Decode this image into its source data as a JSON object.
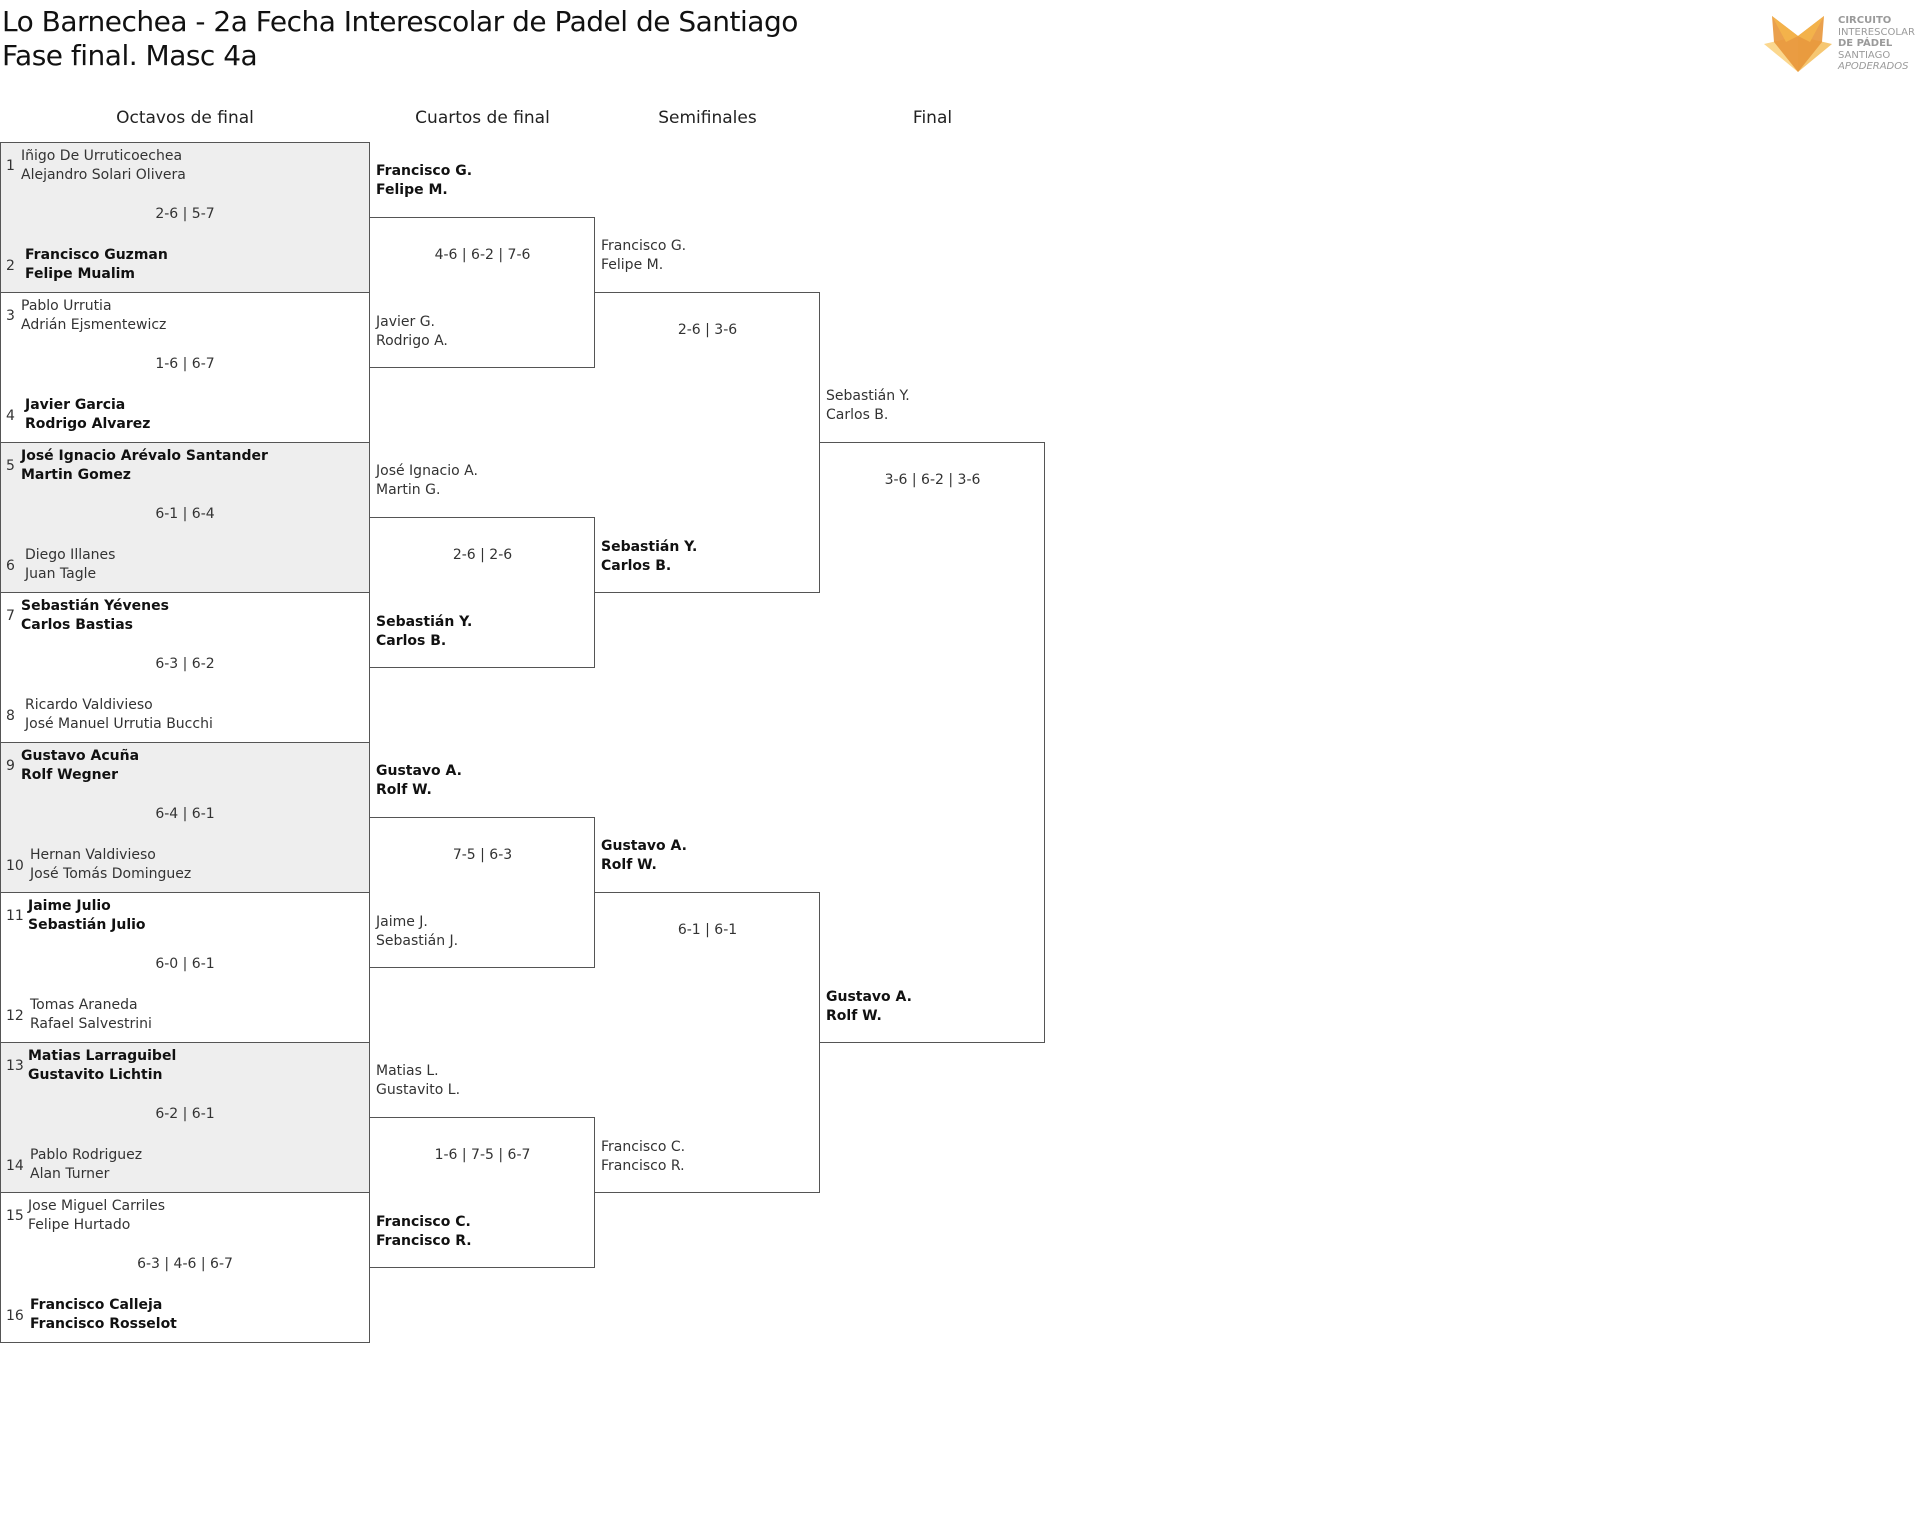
{
  "title": "Lo Barnechea - 2a Fecha Interescolar de Padel de Santiago",
  "subtitle": "Fase final. Masc 4a",
  "logo": {
    "lines": [
      "CIRCUITO",
      "INTERESCOLAR",
      "DE PÁDEL",
      "SANTIAGO",
      "APODERADOS"
    ],
    "colors": [
      "#f3b24b",
      "#e8963a",
      "#fbd78e"
    ]
  },
  "rounds": {
    "r16": "Octavos de final",
    "qf": "Cuartos de final",
    "sf": "Semifinales",
    "final": "Final"
  },
  "r16": [
    {
      "score": "2-6 | 5-7",
      "shaded": true,
      "top": {
        "seed": "1",
        "p1": "Iñigo De Urruticoechea",
        "p2": "Alejandro Solari Olivera",
        "winner": false
      },
      "bottom": {
        "seed": "2",
        "p1": "Francisco Guzman",
        "p2": "Felipe Mualim",
        "winner": true
      }
    },
    {
      "score": "1-6 | 6-7",
      "shaded": false,
      "top": {
        "seed": "3",
        "p1": "Pablo Urrutia",
        "p2": "Adrián Ejsmentewicz",
        "winner": false
      },
      "bottom": {
        "seed": "4",
        "p1": "Javier Garcia",
        "p2": "Rodrigo Alvarez",
        "winner": true
      }
    },
    {
      "score": "6-1 | 6-4",
      "shaded": true,
      "top": {
        "seed": "5",
        "p1": "José Ignacio Arévalo Santander",
        "p2": "Martin Gomez",
        "winner": true
      },
      "bottom": {
        "seed": "6",
        "p1": "Diego Illanes",
        "p2": "Juan Tagle",
        "winner": false
      }
    },
    {
      "score": "6-3 | 6-2",
      "shaded": false,
      "top": {
        "seed": "7",
        "p1": "Sebastián Yévenes",
        "p2": "Carlos Bastias",
        "winner": true
      },
      "bottom": {
        "seed": "8",
        "p1": "Ricardo Valdivieso",
        "p2": "José Manuel Urrutia Bucchi",
        "winner": false
      }
    },
    {
      "score": "6-4 | 6-1",
      "shaded": true,
      "top": {
        "seed": "9",
        "p1": "Gustavo Acuña",
        "p2": "Rolf Wegner",
        "winner": true
      },
      "bottom": {
        "seed": "10",
        "p1": "Hernan Valdivieso",
        "p2": "José Tomás Dominguez",
        "winner": false
      }
    },
    {
      "score": "6-0 | 6-1",
      "shaded": false,
      "top": {
        "seed": "11",
        "p1": "Jaime Julio",
        "p2": "Sebastián Julio",
        "winner": true
      },
      "bottom": {
        "seed": "12",
        "p1": "Tomas Araneda",
        "p2": "Rafael Salvestrini",
        "winner": false
      }
    },
    {
      "score": "6-2 | 6-1",
      "shaded": true,
      "top": {
        "seed": "13",
        "p1": "Matias Larraguibel",
        "p2": "Gustavito Lichtin",
        "winner": true
      },
      "bottom": {
        "seed": "14",
        "p1": "Pablo Rodriguez",
        "p2": "Alan Turner",
        "winner": false
      }
    },
    {
      "score": "6-3 | 4-6 | 6-7",
      "shaded": false,
      "top": {
        "seed": "15",
        "p1": "Jose Miguel Carriles",
        "p2": "Felipe Hurtado",
        "winner": false
      },
      "bottom": {
        "seed": "16",
        "p1": "Francisco Calleja",
        "p2": "Francisco Rosselot",
        "winner": true
      }
    }
  ],
  "qf": [
    {
      "score": "4-6 | 6-2 | 7-6",
      "top": {
        "p1": "Francisco G.",
        "p2": "Felipe M.",
        "winner": true
      },
      "bottom": {
        "p1": "Javier G.",
        "p2": "Rodrigo A.",
        "winner": false
      }
    },
    {
      "score": "2-6 | 2-6",
      "top": {
        "p1": "José Ignacio A.",
        "p2": "Martin G.",
        "winner": false
      },
      "bottom": {
        "p1": "Sebastián Y.",
        "p2": "Carlos B.",
        "winner": true
      }
    },
    {
      "score": "7-5 | 6-3",
      "top": {
        "p1": "Gustavo A.",
        "p2": "Rolf W.",
        "winner": true
      },
      "bottom": {
        "p1": "Jaime J.",
        "p2": "Sebastián J.",
        "winner": false
      }
    },
    {
      "score": "1-6 | 7-5 | 6-7",
      "top": {
        "p1": "Matias L.",
        "p2": "Gustavito L.",
        "winner": false
      },
      "bottom": {
        "p1": "Francisco C.",
        "p2": "Francisco R.",
        "winner": true
      }
    }
  ],
  "sf": [
    {
      "score": "2-6 | 3-6",
      "top": {
        "p1": "Francisco G.",
        "p2": "Felipe M.",
        "winner": false
      },
      "bottom": {
        "p1": "Sebastián Y.",
        "p2": "Carlos B.",
        "winner": true
      }
    },
    {
      "score": "6-1 | 6-1",
      "top": {
        "p1": "Gustavo A.",
        "p2": "Rolf W.",
        "winner": true
      },
      "bottom": {
        "p1": "Francisco C.",
        "p2": "Francisco R.",
        "winner": false
      }
    }
  ],
  "final": [
    {
      "score": "3-6 | 6-2 | 3-6",
      "top": {
        "p1": "Sebastián Y.",
        "p2": "Carlos B.",
        "winner": false
      },
      "bottom": {
        "p1": "Gustavo A.",
        "p2": "Rolf W.",
        "winner": true
      }
    }
  ]
}
